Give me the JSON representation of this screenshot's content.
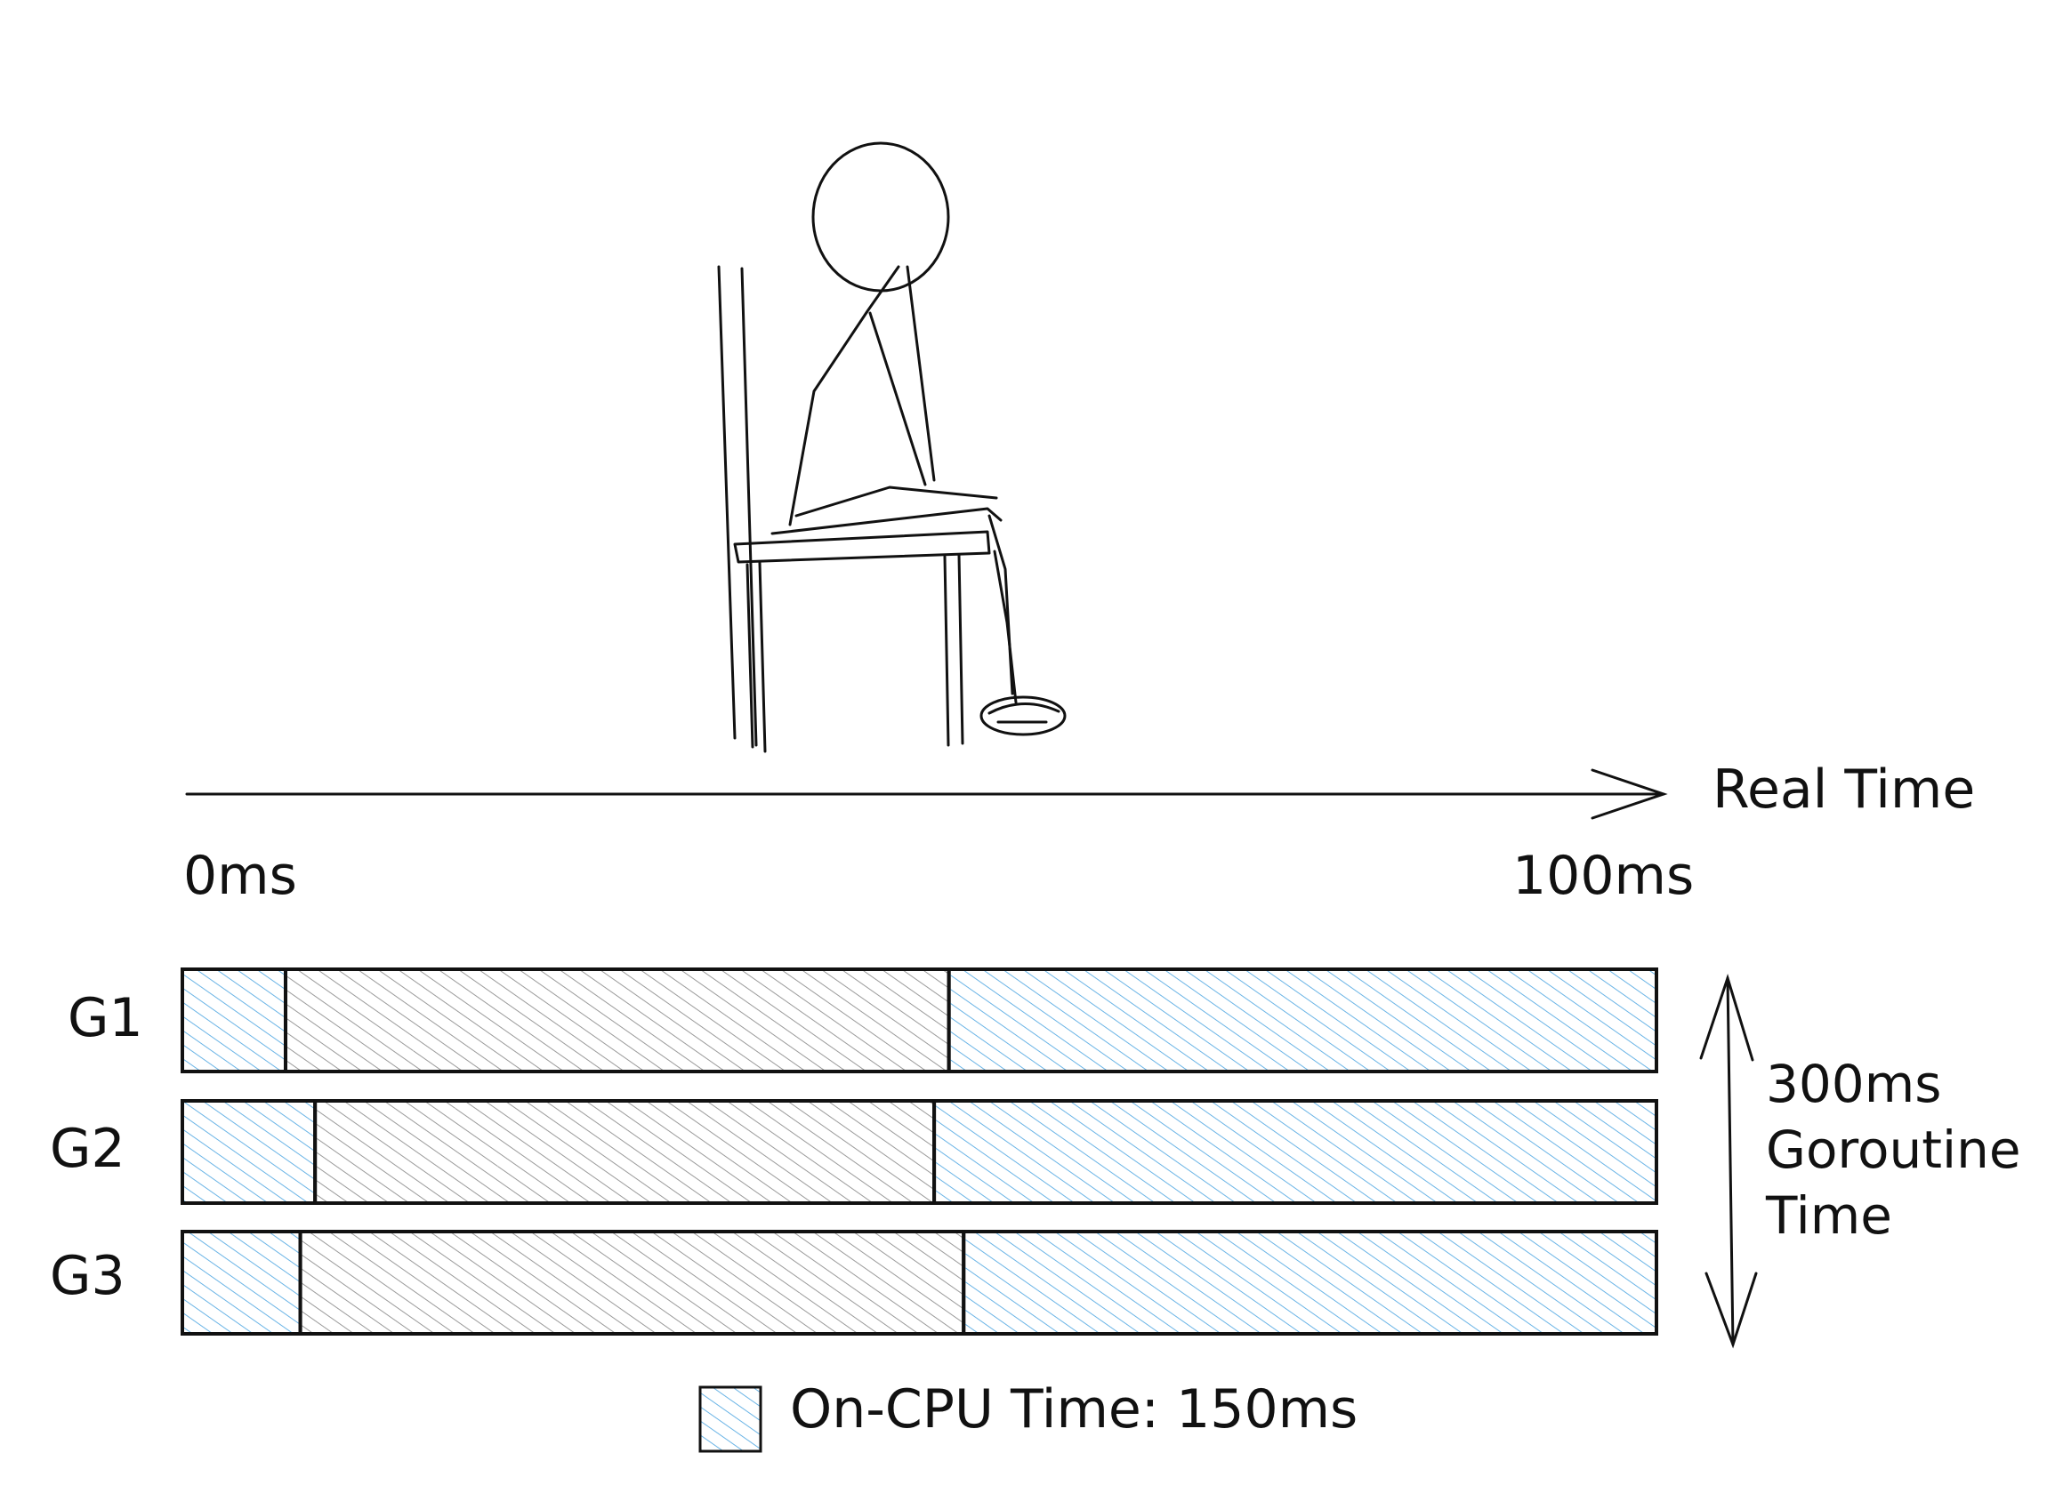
{
  "axis": {
    "title": "Real Time",
    "start_label": "0ms",
    "end_label": "100ms"
  },
  "rows": [
    {
      "label": "G1",
      "segments": [
        {
          "state": "on-cpu",
          "from": 0,
          "to": 7
        },
        {
          "state": "off-cpu",
          "from": 7,
          "to": 52
        },
        {
          "state": "on-cpu",
          "from": 52,
          "to": 100
        }
      ]
    },
    {
      "label": "G2",
      "segments": [
        {
          "state": "on-cpu",
          "from": 0,
          "to": 9
        },
        {
          "state": "off-cpu",
          "from": 9,
          "to": 51
        },
        {
          "state": "on-cpu",
          "from": 51,
          "to": 100
        }
      ]
    },
    {
      "label": "G3",
      "segments": [
        {
          "state": "on-cpu",
          "from": 0,
          "to": 8
        },
        {
          "state": "off-cpu",
          "from": 8,
          "to": 53
        },
        {
          "state": "on-cpu",
          "from": 53,
          "to": 100
        }
      ]
    }
  ],
  "total": {
    "line1": "300ms",
    "line2": "Goroutine",
    "line3": "Time"
  },
  "legend": {
    "label": "On-CPU Time: 150ms"
  },
  "colors": {
    "on_cpu": "#6ab4e6",
    "off_cpu": "#9a9a9a",
    "ink": "#111111"
  },
  "illustration": "person-sitting-on-chair"
}
